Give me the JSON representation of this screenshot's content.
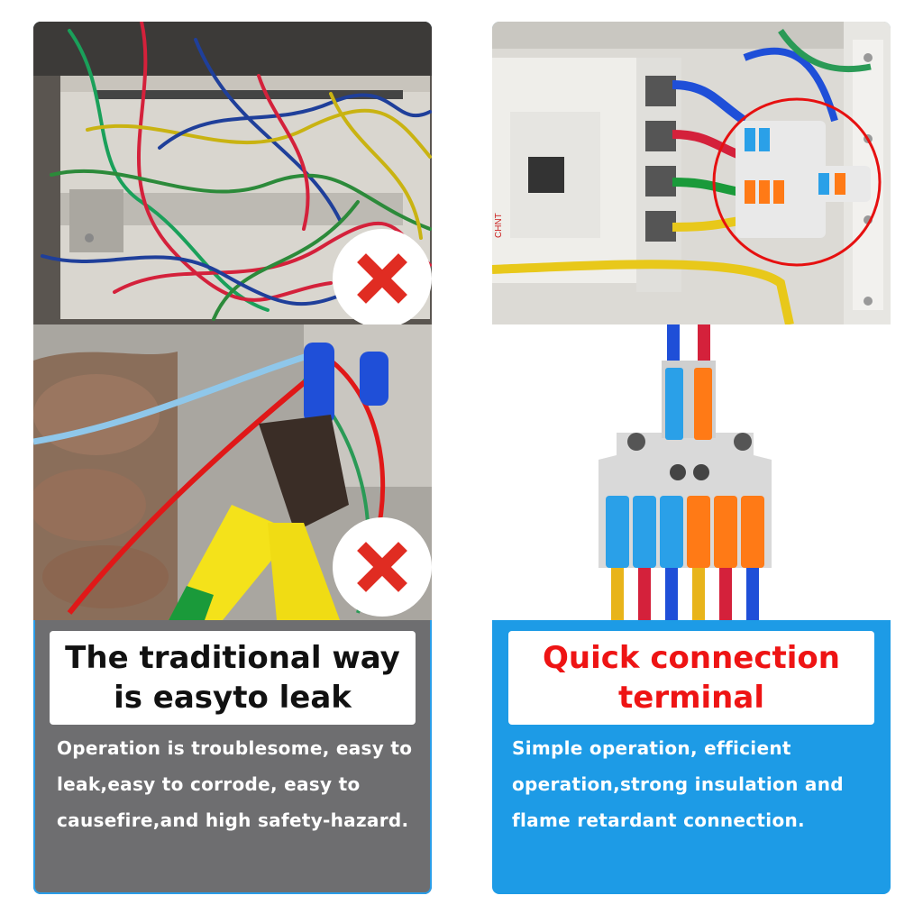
{
  "left": {
    "title": "The traditional way is easyto leak",
    "description": "Operation is troublesome, easy to leak,easy to corrode, easy to causefire,and high safety-hazard.",
    "accent": "#2a9de8",
    "badge_icon": "cross-icon",
    "badge_color": "#e02c22"
  },
  "right": {
    "title": "Quick connection terminal",
    "description": "Simple operation, efficient operation,strong insulation and flame retardant connection.",
    "background": "#1d9be6",
    "title_color": "#ee1414"
  },
  "breaker": {
    "brand": "CHNT"
  }
}
